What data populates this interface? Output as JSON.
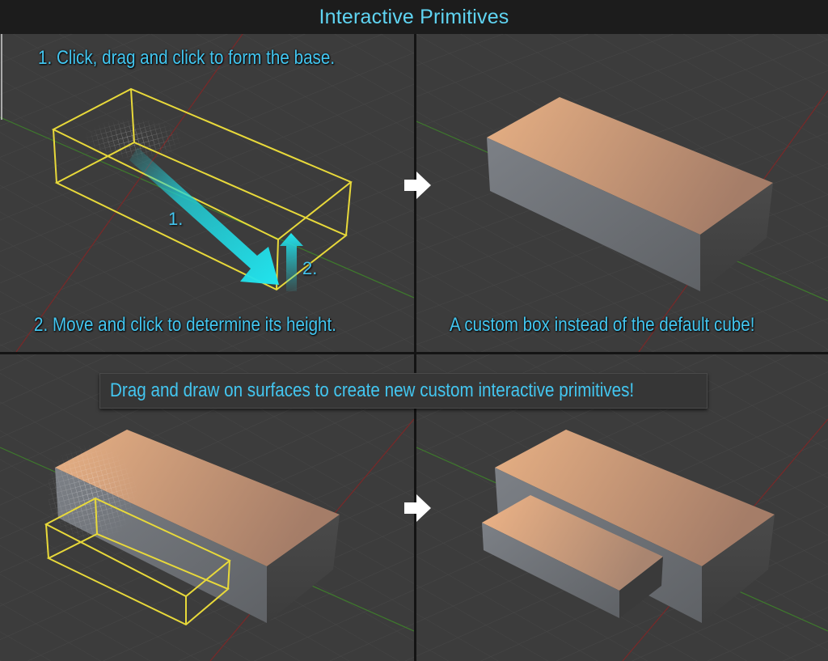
{
  "title": "Interactive Primitives",
  "panels": {
    "top_left": {
      "caption_top": "1. Click, drag and click to form the base.",
      "caption_bottom": "2. Move and click to determine its height.",
      "step1_label": "1.",
      "step2_label": "2."
    },
    "top_right": {
      "caption_bottom": "A custom box instead of the default cube!"
    },
    "banner": "Drag and draw on surfaces to create new custom interactive primitives!"
  },
  "colors": {
    "accent_text": "#43c6f0",
    "selection": "#e8d93a",
    "arrow": "#1fd6e0",
    "box_top": "#e4ad84",
    "box_side": "#6c6f73",
    "viewport_bg": "#3b3b3b",
    "grid": "#454545",
    "axis_x": "#8a2a2a",
    "axis_y": "#3e7a2c"
  },
  "icons": [
    "right-arrow-icon",
    "cursor-arrow-icon"
  ]
}
